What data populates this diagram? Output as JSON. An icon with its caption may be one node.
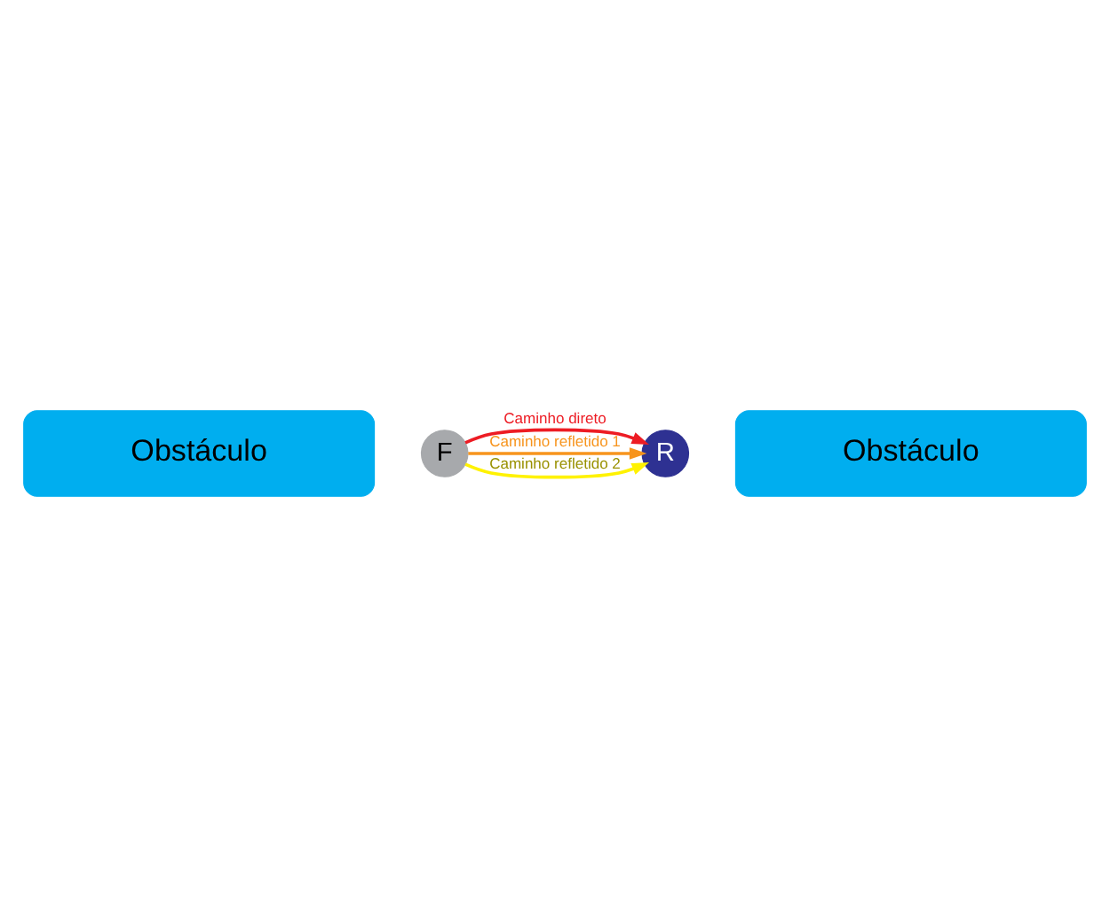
{
  "diagram": {
    "nodes": [
      {
        "text": [
          "Obstáculo"
        ]
      },
      {
        "text": [
          "F"
        ]
      },
      {
        "text": [
          "R"
        ]
      },
      {
        "text": [
          "Obstáculo"
        ]
      }
    ],
    "edges": [
      {
        "from": 1,
        "to": 2,
        "arrow": "to",
        "label": "Caminho refletido 1",
        "color": "#f7941d"
      },
      {
        "from": 1,
        "to": 2,
        "arrow": "to",
        "label": "Caminho direto",
        "color": "#ed1c24"
      },
      {
        "from": 1,
        "to": 2,
        "arrow": "to",
        "label": "Caminho refletido 2",
        "color": "#fff200"
      }
    ]
  }
}
